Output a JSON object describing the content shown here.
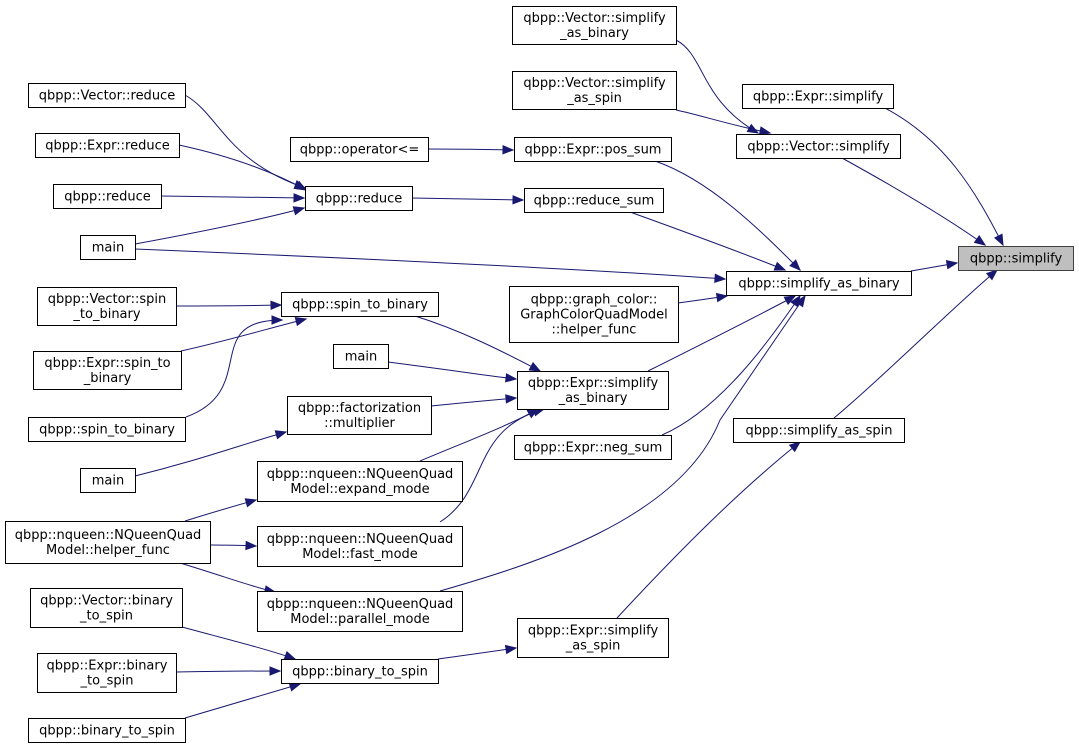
{
  "diagram": {
    "nodes": [
      {
        "id": "simplify",
        "lines": [
          "qbpp::simplify"
        ]
      },
      {
        "id": "vec_simp_bin",
        "lines": [
          "qbpp::Vector::simplify",
          "_as_binary"
        ]
      },
      {
        "id": "vec_simp_spin",
        "lines": [
          "qbpp::Vector::simplify",
          "_as_spin"
        ]
      },
      {
        "id": "expr_simplify",
        "lines": [
          "qbpp::Expr::simplify"
        ]
      },
      {
        "id": "vec_simplify",
        "lines": [
          "qbpp::Vector::simplify"
        ]
      },
      {
        "id": "vec_reduce",
        "lines": [
          "qbpp::Vector::reduce"
        ]
      },
      {
        "id": "op_le",
        "lines": [
          "qbpp::operator<="
        ]
      },
      {
        "id": "pos_sum",
        "lines": [
          "qbpp::Expr::pos_sum"
        ]
      },
      {
        "id": "expr_reduce",
        "lines": [
          "qbpp::Expr::reduce"
        ]
      },
      {
        "id": "reduce_fn",
        "lines": [
          "qbpp::reduce"
        ]
      },
      {
        "id": "reduce_caller",
        "lines": [
          "qbpp::reduce"
        ]
      },
      {
        "id": "reduce_sum",
        "lines": [
          "qbpp::reduce_sum"
        ]
      },
      {
        "id": "main1",
        "lines": [
          "main"
        ]
      },
      {
        "id": "simp_as_bin",
        "lines": [
          "qbpp::simplify_as_binary"
        ]
      },
      {
        "id": "vec_s2b",
        "lines": [
          "qbpp::Vector::spin",
          "_to_binary"
        ]
      },
      {
        "id": "s2b",
        "lines": [
          "qbpp::spin_to_binary"
        ]
      },
      {
        "id": "graph_color",
        "lines": [
          "qbpp::graph_color::",
          "GraphColorQuadModel",
          "::helper_func"
        ]
      },
      {
        "id": "expr_s2b",
        "lines": [
          "qbpp::Expr::spin_to",
          "_binary"
        ]
      },
      {
        "id": "main2",
        "lines": [
          "main"
        ]
      },
      {
        "id": "expr_simp_bin",
        "lines": [
          "qbpp::Expr::simplify",
          "_as_binary"
        ]
      },
      {
        "id": "s2b_caller",
        "lines": [
          "qbpp::spin_to_binary"
        ]
      },
      {
        "id": "fact_mult",
        "lines": [
          "qbpp::factorization",
          "::multiplier"
        ]
      },
      {
        "id": "simp_as_spin",
        "lines": [
          "qbpp::simplify_as_spin"
        ]
      },
      {
        "id": "neg_sum",
        "lines": [
          "qbpp::Expr::neg_sum"
        ]
      },
      {
        "id": "main3",
        "lines": [
          "main"
        ]
      },
      {
        "id": "nq_expand",
        "lines": [
          "qbpp::nqueen::NQueenQuad",
          "Model::expand_mode"
        ]
      },
      {
        "id": "nq_helper",
        "lines": [
          "qbpp::nqueen::NQueenQuad",
          "Model::helper_func"
        ]
      },
      {
        "id": "nq_fast",
        "lines": [
          "qbpp::nqueen::NQueenQuad",
          "Model::fast_mode"
        ]
      },
      {
        "id": "vec_b2s",
        "lines": [
          "qbpp::Vector::binary",
          "_to_spin"
        ]
      },
      {
        "id": "nq_parallel",
        "lines": [
          "qbpp::nqueen::NQueenQuad",
          "Model::parallel_mode"
        ]
      },
      {
        "id": "expr_simp_spin",
        "lines": [
          "qbpp::Expr::simplify",
          "_as_spin"
        ]
      },
      {
        "id": "expr_b2s",
        "lines": [
          "qbpp::Expr::binary",
          "_to_spin"
        ]
      },
      {
        "id": "b2s",
        "lines": [
          "qbpp::binary_to_spin"
        ]
      },
      {
        "id": "b2s_caller",
        "lines": [
          "qbpp::binary_to_spin"
        ]
      }
    ],
    "edges": [
      {
        "from": "simp_as_bin",
        "to": "simplify"
      },
      {
        "from": "expr_simplify",
        "to": "simplify"
      },
      {
        "from": "vec_simplify",
        "to": "simplify"
      },
      {
        "from": "simp_as_spin",
        "to": "simplify"
      },
      {
        "from": "vec_simp_bin",
        "to": "vec_simplify"
      },
      {
        "from": "vec_simp_spin",
        "to": "vec_simplify"
      },
      {
        "from": "op_le",
        "to": "pos_sum"
      },
      {
        "from": "pos_sum",
        "to": "simp_as_bin"
      },
      {
        "from": "reduce_fn",
        "to": "reduce_sum"
      },
      {
        "from": "reduce_sum",
        "to": "simp_as_bin"
      },
      {
        "from": "vec_reduce",
        "to": "reduce_fn"
      },
      {
        "from": "expr_reduce",
        "to": "reduce_fn"
      },
      {
        "from": "reduce_caller",
        "to": "reduce_fn"
      },
      {
        "from": "main1",
        "to": "reduce_fn"
      },
      {
        "from": "main1",
        "to": "simp_as_bin"
      },
      {
        "from": "graph_color",
        "to": "simp_as_bin"
      },
      {
        "from": "expr_simp_bin",
        "to": "simp_as_bin"
      },
      {
        "from": "neg_sum",
        "to": "simp_as_bin"
      },
      {
        "from": "nq_parallel",
        "to": "simp_as_bin"
      },
      {
        "from": "vec_s2b",
        "to": "s2b"
      },
      {
        "from": "expr_s2b",
        "to": "s2b"
      },
      {
        "from": "s2b_caller",
        "to": "s2b"
      },
      {
        "from": "s2b",
        "to": "expr_simp_bin"
      },
      {
        "from": "main2",
        "to": "expr_simp_bin"
      },
      {
        "from": "fact_mult",
        "to": "expr_simp_bin"
      },
      {
        "from": "nq_expand",
        "to": "expr_simp_bin"
      },
      {
        "from": "nq_fast",
        "to": "expr_simp_bin"
      },
      {
        "from": "main3",
        "to": "fact_mult"
      },
      {
        "from": "nq_helper",
        "to": "nq_expand"
      },
      {
        "from": "nq_helper",
        "to": "nq_fast"
      },
      {
        "from": "nq_helper",
        "to": "nq_parallel"
      },
      {
        "from": "expr_simp_spin",
        "to": "simp_as_spin"
      },
      {
        "from": "b2s",
        "to": "expr_simp_spin"
      },
      {
        "from": "vec_b2s",
        "to": "b2s"
      },
      {
        "from": "expr_b2s",
        "to": "b2s"
      },
      {
        "from": "b2s_caller",
        "to": "b2s"
      }
    ]
  }
}
